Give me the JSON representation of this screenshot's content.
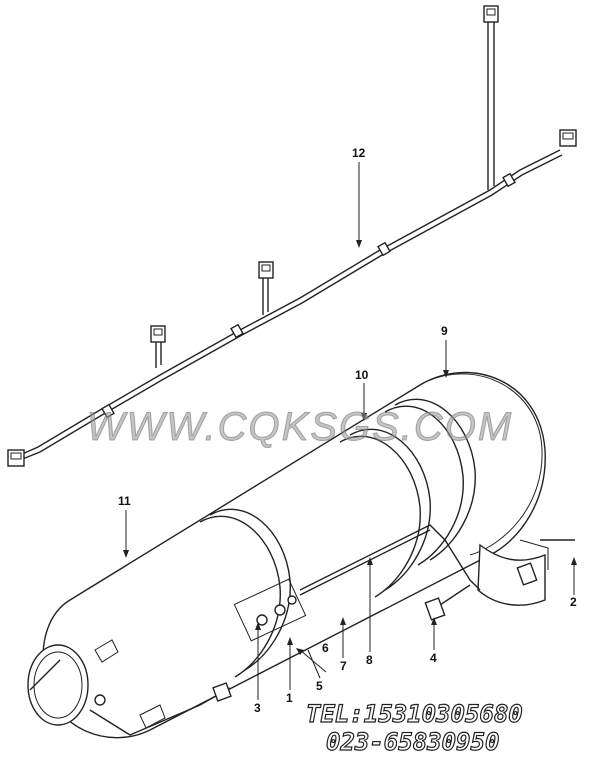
{
  "callouts": {
    "c1": "1",
    "c2": "2",
    "c3": "3",
    "c4": "4",
    "c5": "5",
    "c6": "6",
    "c7": "7",
    "c8": "8",
    "c9": "9",
    "c10": "10",
    "c11": "11",
    "c12": "12"
  },
  "watermark": "WWW.CQKSGS.COM",
  "contact": {
    "tel": "TEL:15310305680",
    "phone": "023-65830950"
  }
}
